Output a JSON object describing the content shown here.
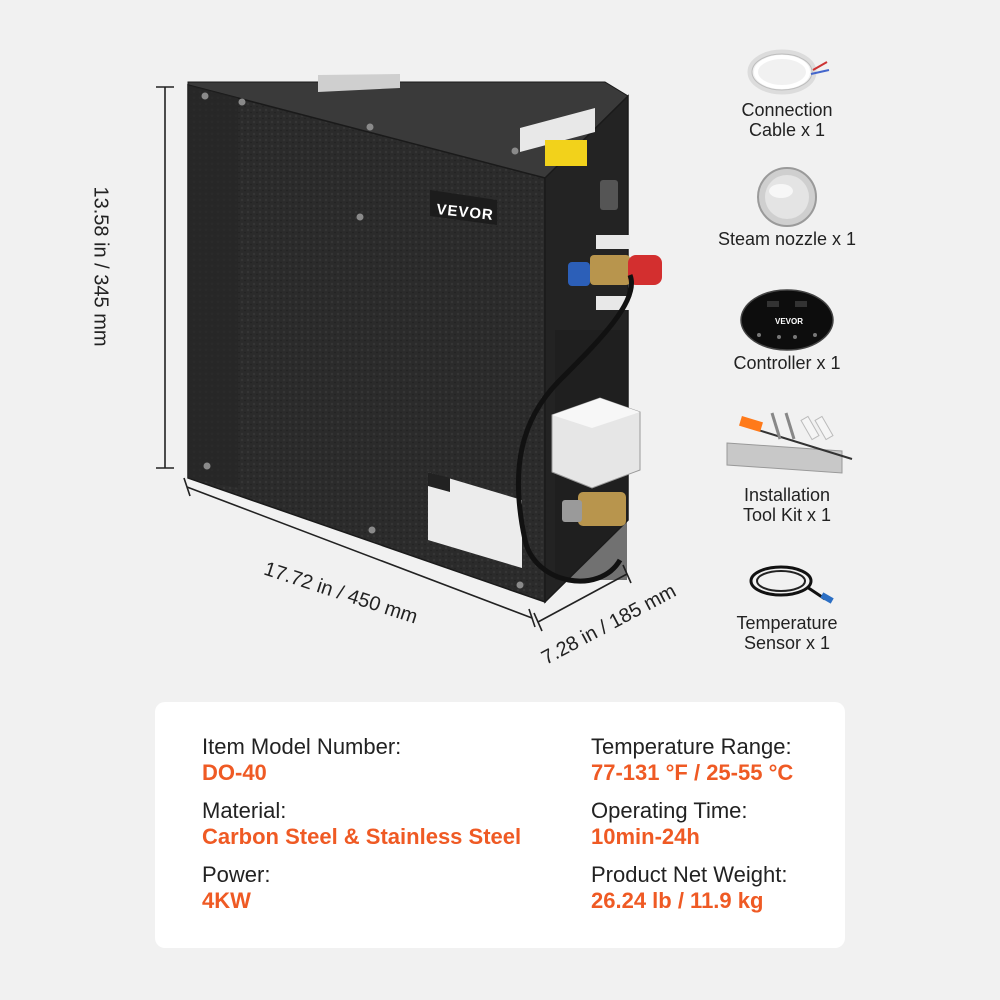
{
  "product": {
    "brand": "VEVOR",
    "colors": {
      "accent": "#ef5a24",
      "body": "#2a2a2a",
      "background": "#f1f1f1"
    }
  },
  "dimensions": {
    "height": "13.58 in / 345 mm",
    "width": "17.72 in / 450 mm",
    "depth": "7.28 in / 185 mm"
  },
  "accessories": [
    {
      "label": "Connection\nCable x 1",
      "icon": "cable-coil-icon"
    },
    {
      "label": "Steam nozzle x 1",
      "icon": "steam-nozzle-icon"
    },
    {
      "label": "Controller x 1",
      "icon": "controller-icon"
    },
    {
      "label": "Installation\nTool Kit x 1",
      "icon": "tool-kit-icon"
    },
    {
      "label": "Temperature\nSensor x 1",
      "icon": "temperature-sensor-icon"
    }
  ],
  "specs": {
    "model_label": "Item Model Number:",
    "model_value": "DO-40",
    "material_label": "Material:",
    "material_value": "Carbon Steel & Stainless Steel",
    "power_label": "Power:",
    "power_value": "4KW",
    "temp_label": "Temperature Range:",
    "temp_value": "77-131 °F / 25-55 °C",
    "time_label": "Operating Time:",
    "time_value": "10min-24h",
    "weight_label": "Product Net Weight:",
    "weight_value": "26.24 lb / 11.9 kg"
  }
}
